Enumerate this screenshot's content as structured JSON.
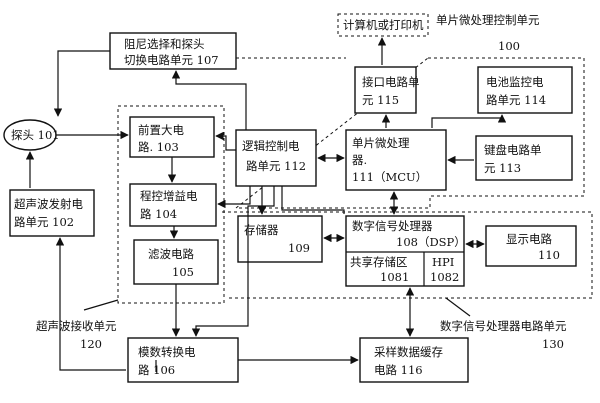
{
  "blocks": {
    "damping": [
      "阻尼选择和探头",
      "切换电路单元 107"
    ],
    "computer": "计算机或打印机",
    "mcu_unit_label": [
      "单片微处理控制单元",
      "100"
    ],
    "interface": [
      "接口电路单",
      "元 115"
    ],
    "battery": [
      "电池监控电",
      "路单元 114"
    ],
    "probe": "探头 101",
    "preamp": [
      "前置大电",
      "路.            103"
    ],
    "logic": [
      "逻辑控制电",
      "路单元 112"
    ],
    "mcu": [
      "单片微处理",
      "器.",
      "111（MCU）"
    ],
    "keyboard": [
      "键盘电路单",
      "元 113"
    ],
    "transmitter": [
      "超声波发射电",
      "路单元 102"
    ],
    "pga": [
      "程控增益电",
      "路          104"
    ],
    "filter": [
      "滤波电路",
      "105"
    ],
    "memory": [
      "存储器",
      "109"
    ],
    "dsp": [
      "数字信号处理器",
      "108（DSP）"
    ],
    "shared_mem": [
      "共享存储区",
      "1081"
    ],
    "hpi": [
      "HPI",
      "1082"
    ],
    "display": [
      "显示电路",
      "110"
    ],
    "receiver_label": [
      "超声波接收单元",
      "120"
    ],
    "dsp_unit_label": [
      "数字信号处理器电路单元",
      "130"
    ],
    "adc": [
      "模数转换电",
      "路          106"
    ],
    "sample_buffer": [
      "采样数据缓存",
      "电路          116"
    ]
  }
}
